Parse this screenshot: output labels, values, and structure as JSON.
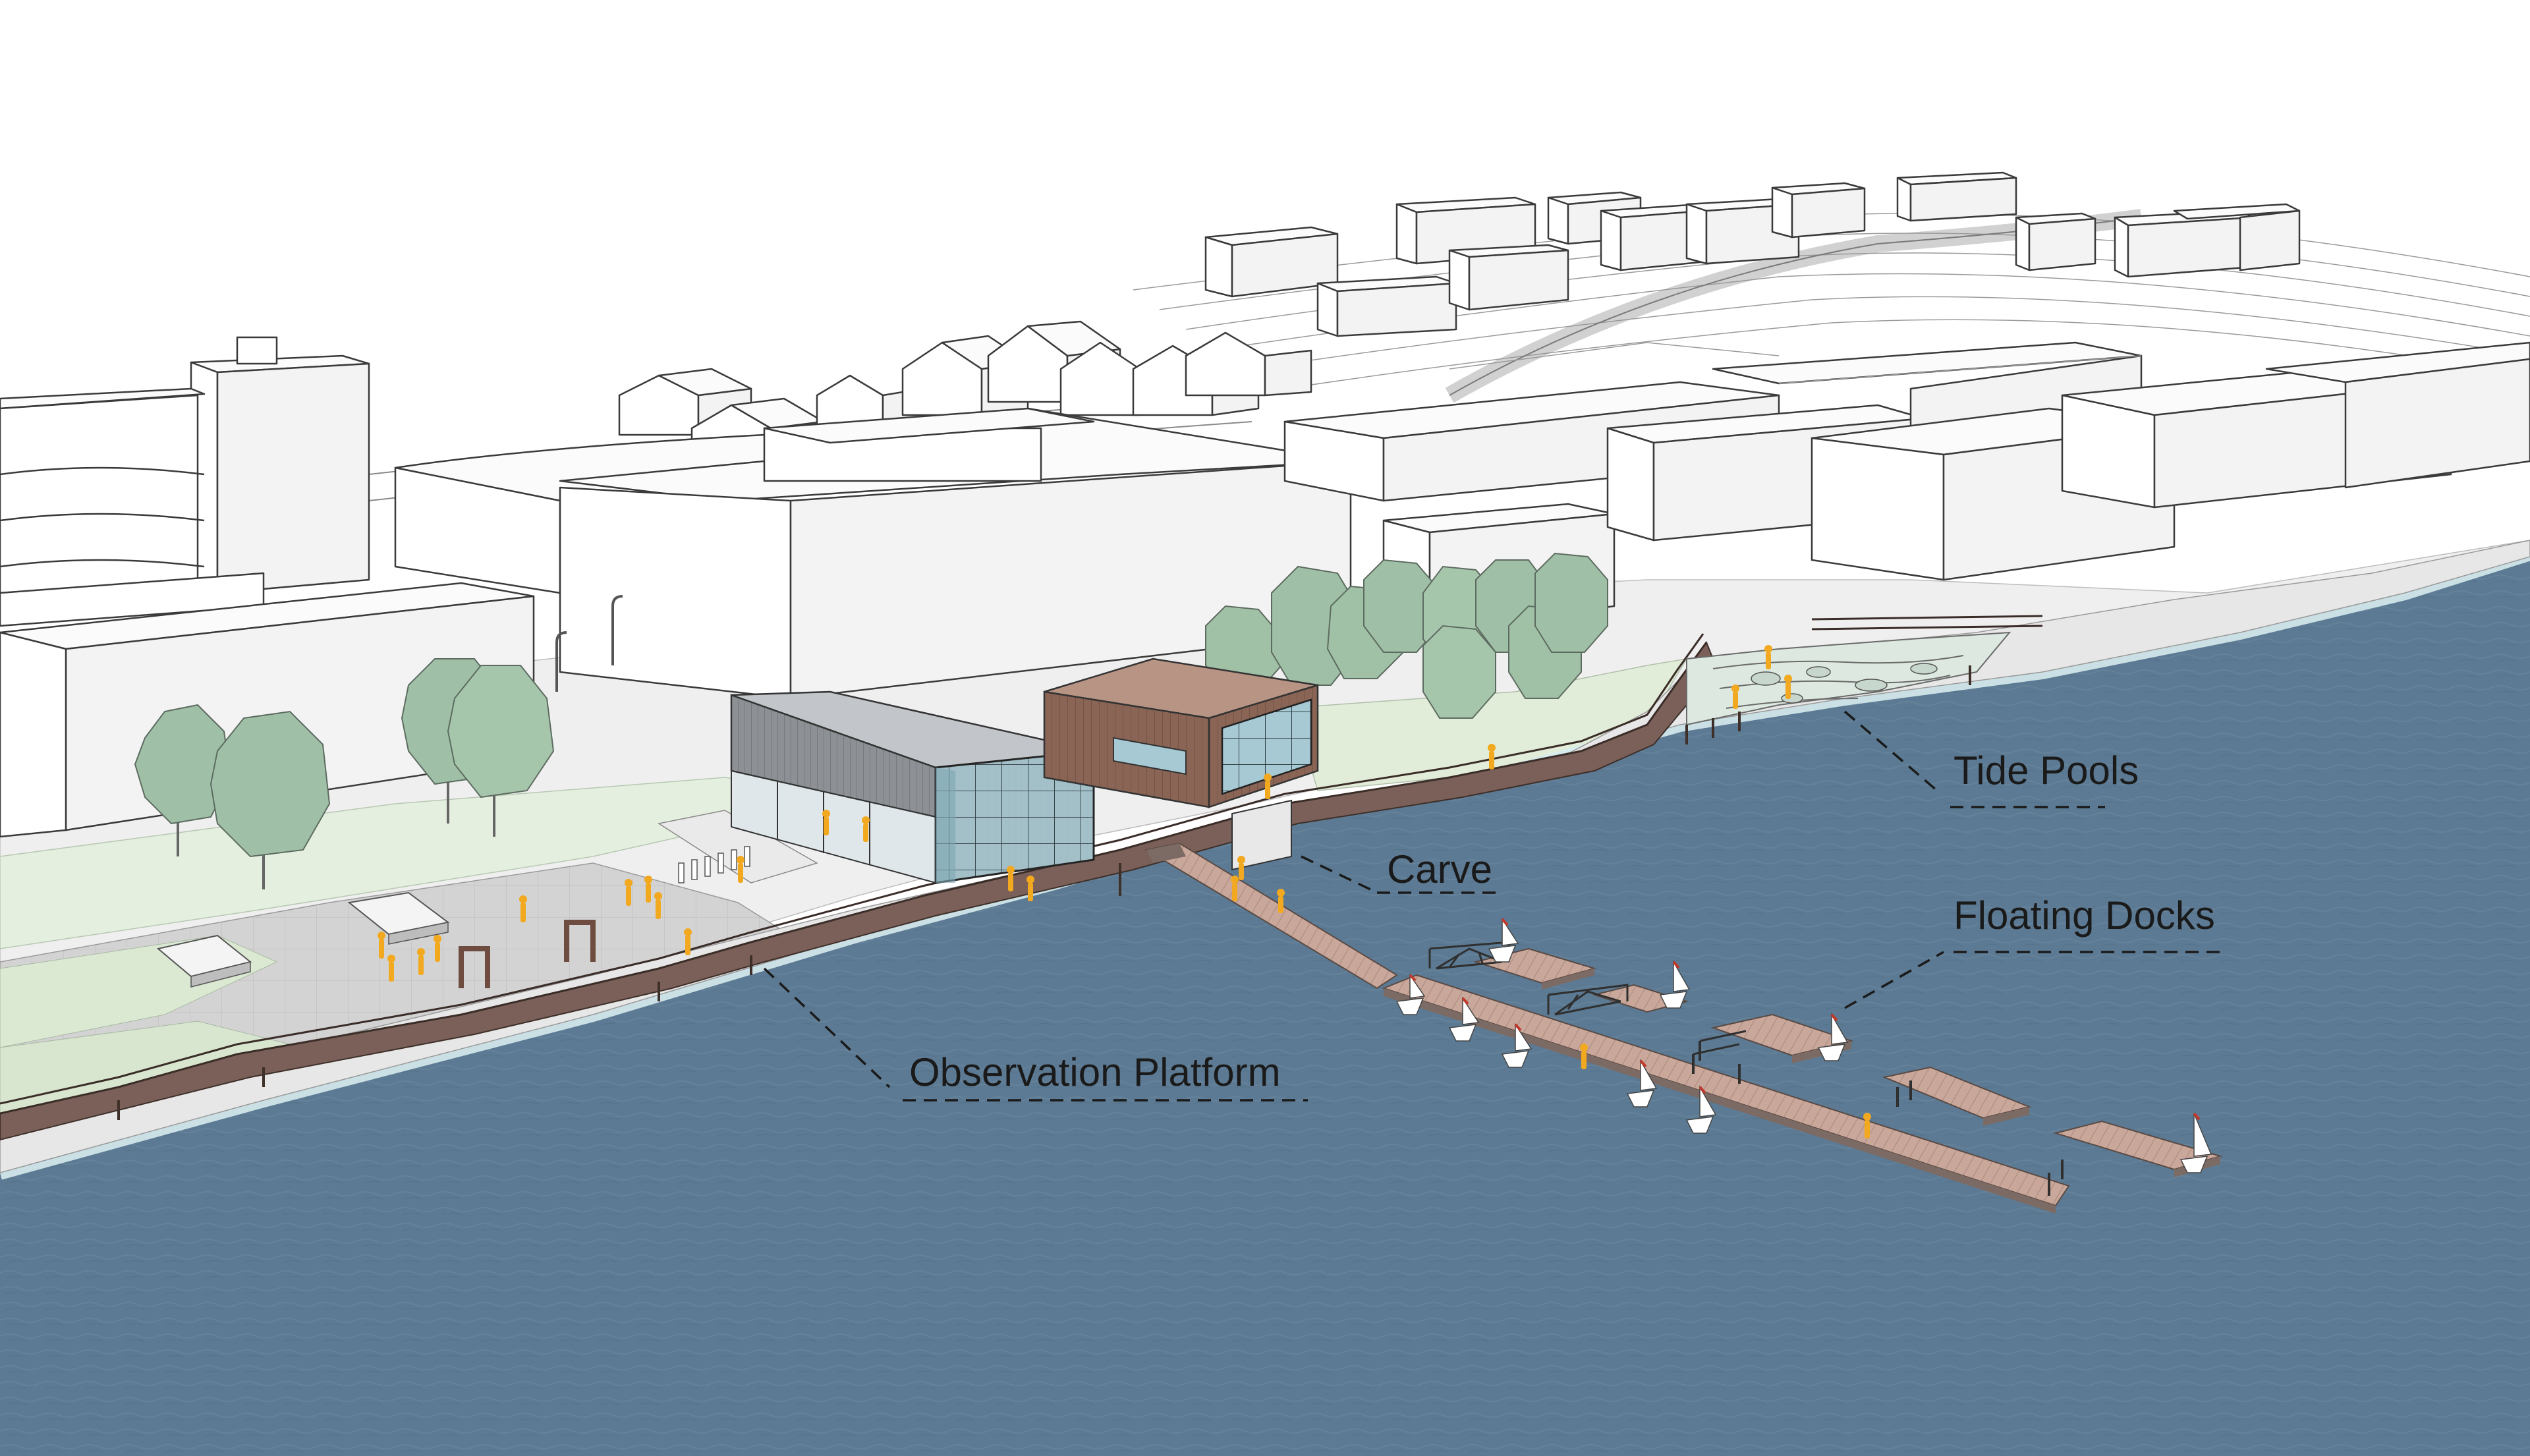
{
  "callouts": {
    "tide_pools": "Tide Pools",
    "carve": "Carve",
    "floating_docks": "Floating Docks",
    "observation_platform": "Observation Platform"
  },
  "colors": {
    "water": "#5c7a93",
    "water_edge": "#cfe4e8",
    "ground": "#e6e6e6",
    "lawn": "#e4efdf",
    "paving": "#d4d4d4",
    "tree": "#9fc0a6",
    "boardwalk": "#7a6058",
    "boathouse_grey": "#8d9196",
    "boathouse_brown": "#8a6556",
    "glass": "#a7c9d3",
    "people": "#f2a91f"
  }
}
